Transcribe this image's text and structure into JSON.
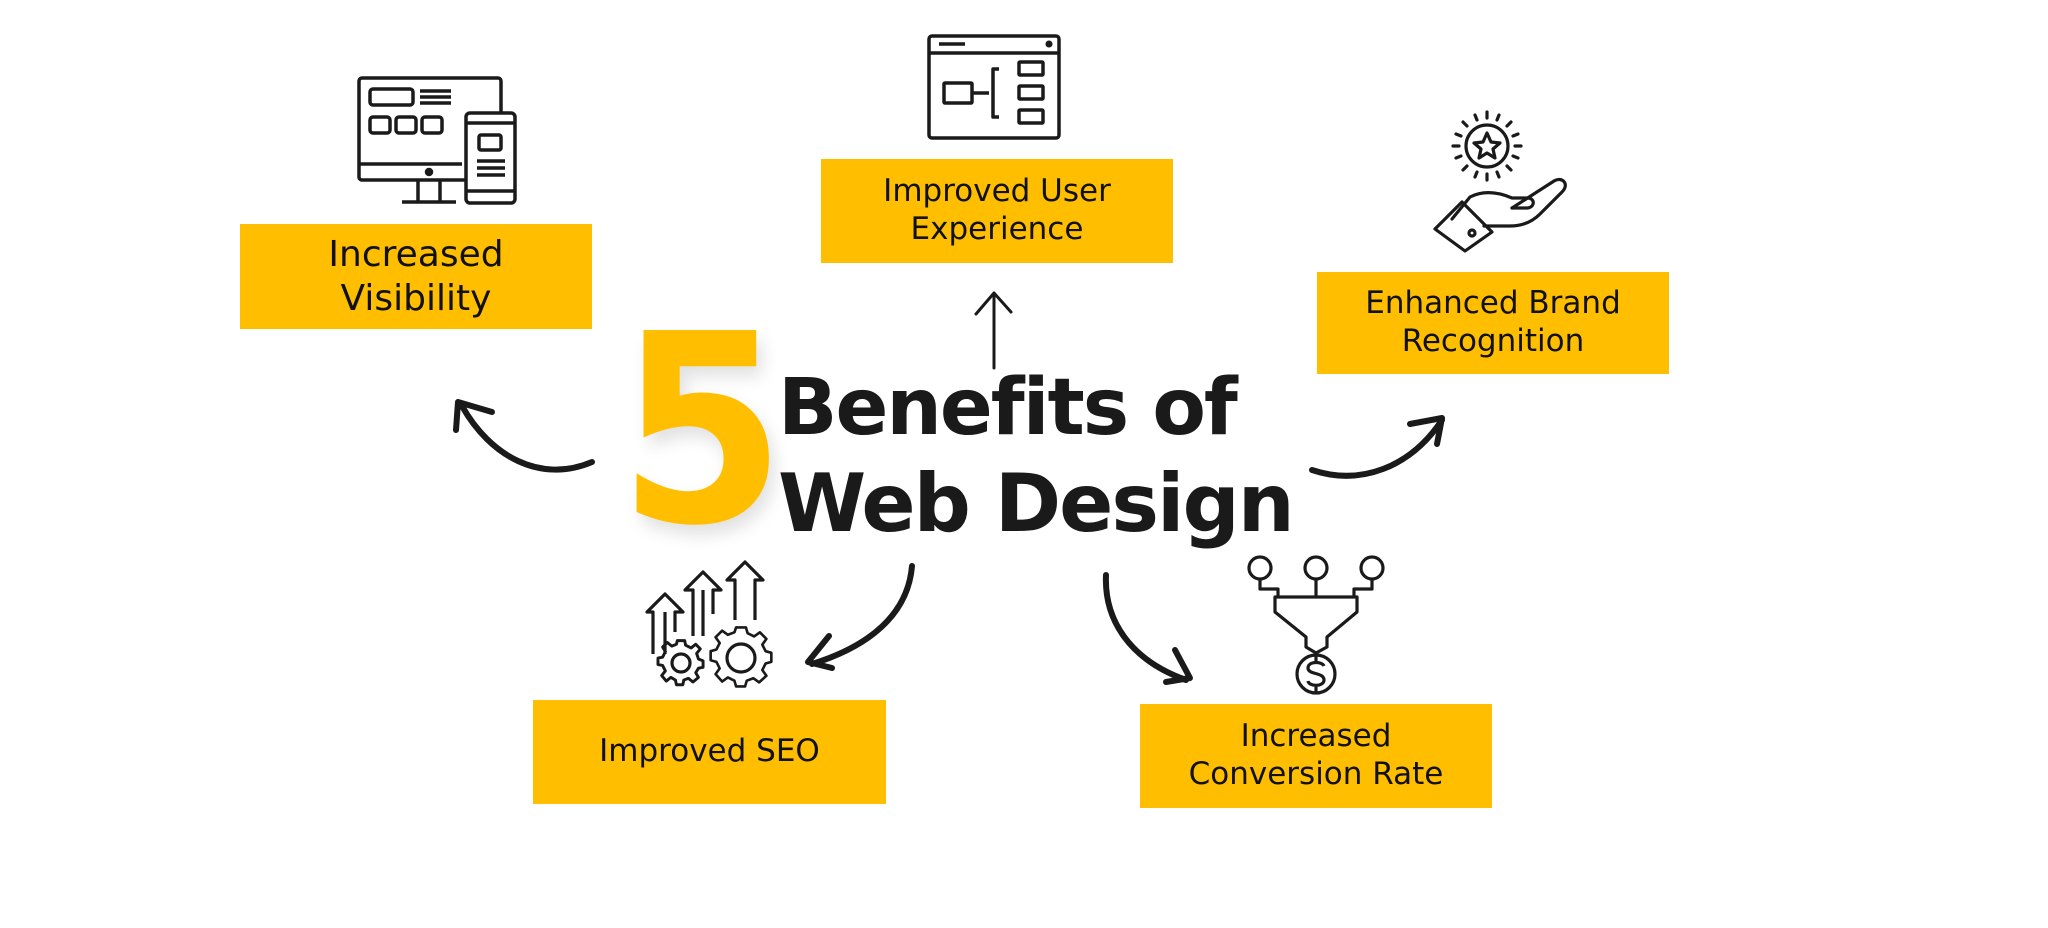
{
  "title": {
    "number": "5",
    "line1": "Benefits of",
    "line2": "Web Design"
  },
  "benefits": [
    {
      "label_line1": "Increased",
      "label_line2": "Visibility",
      "icon": "responsive-devices-icon"
    },
    {
      "label_line1": "Improved User",
      "label_line2": "Experience",
      "icon": "website-layout-icon"
    },
    {
      "label_line1": "Enhanced Brand",
      "label_line2": "Recognition",
      "icon": "hand-star-icon"
    },
    {
      "label_line1": "Improved SEO",
      "label_line2": "",
      "icon": "growth-gears-icon"
    },
    {
      "label_line1": "Increased",
      "label_line2": "Conversion Rate",
      "icon": "funnel-dollar-icon"
    }
  ],
  "colors": {
    "accent": "#FFBF00",
    "text": "#1a1a1a",
    "background": "#ffffff"
  }
}
